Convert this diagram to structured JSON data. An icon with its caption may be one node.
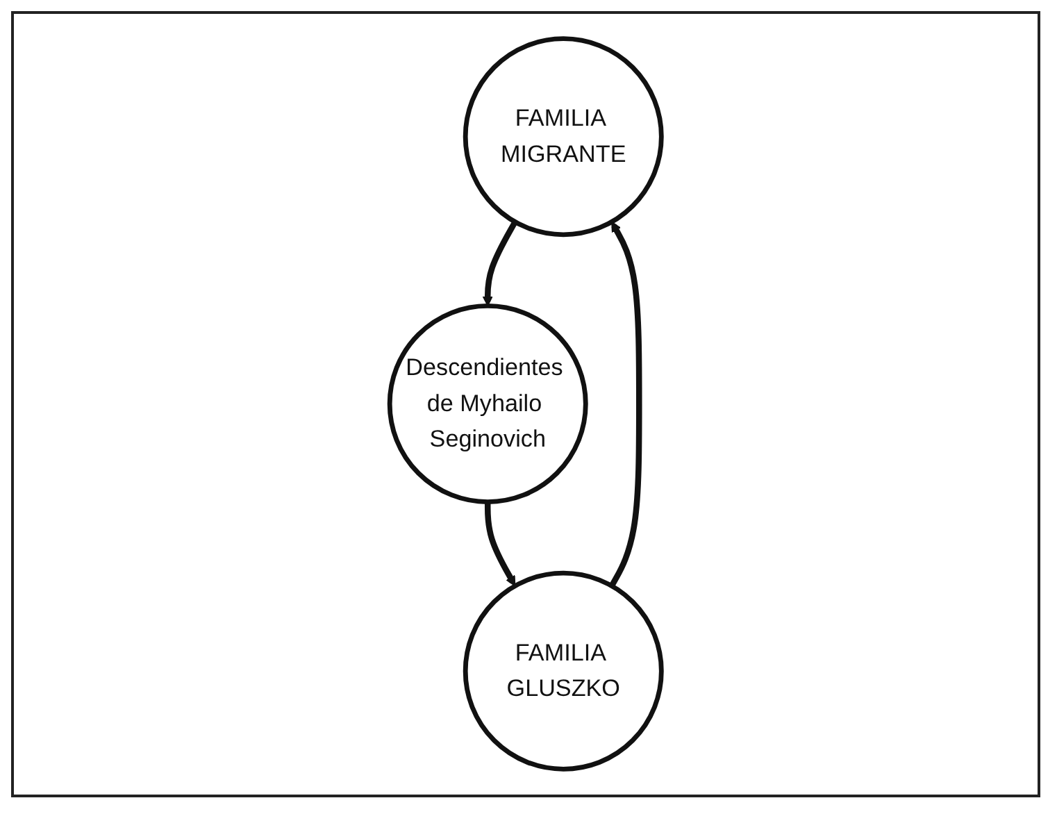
{
  "diagram": {
    "nodes": [
      {
        "text": [
          "FAMILIA MIGRANTE"
        ]
      },
      {
        "text": [
          "Descendientes de Myhailo Seginovich"
        ]
      },
      {
        "text": [
          "FAMILIA GLUSZKO"
        ]
      }
    ],
    "edges": [
      {
        "from": 0,
        "to": 1,
        "arrow": "to"
      },
      {
        "from": 1,
        "to": 2,
        "arrow": "to"
      },
      {
        "from": 2,
        "to": 0,
        "arrow": "to"
      }
    ]
  }
}
